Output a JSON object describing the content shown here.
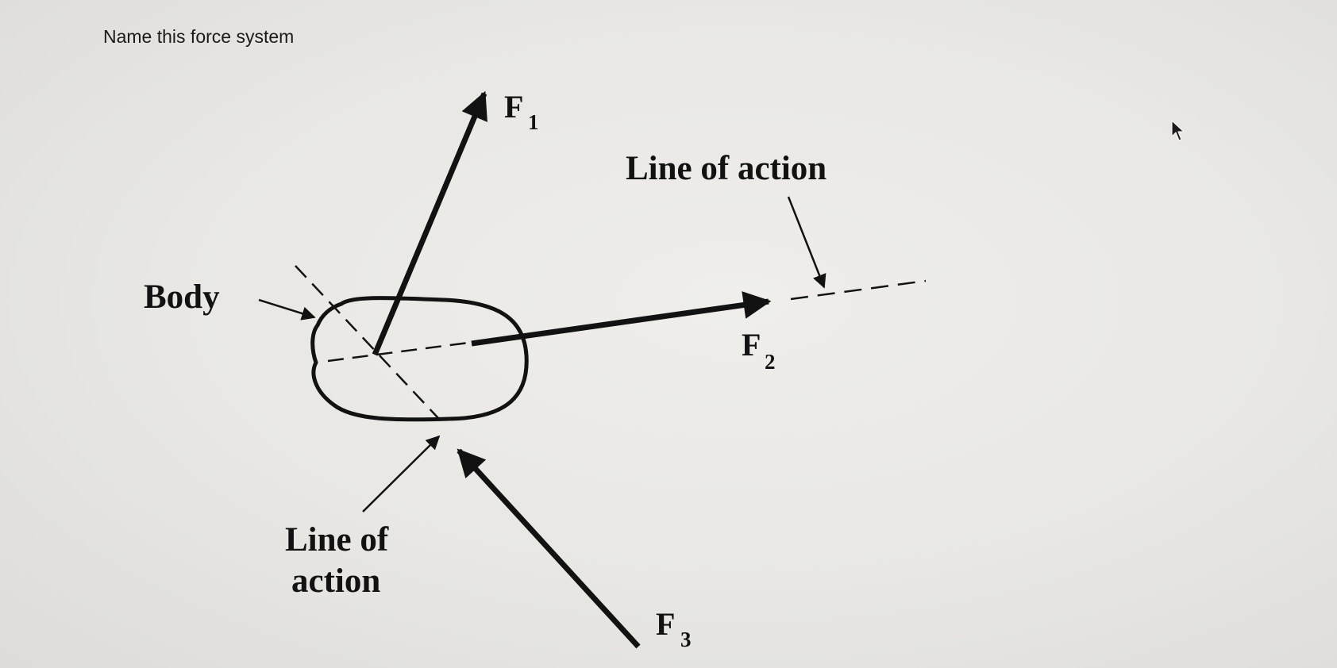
{
  "question": "Name this force system",
  "diagram": {
    "forces": [
      {
        "letter": "F",
        "subscript": "1"
      },
      {
        "letter": "F",
        "subscript": "2"
      },
      {
        "letter": "F",
        "subscript": "3"
      }
    ],
    "labels": {
      "body": "Body",
      "line_of_action_top": "Line of action",
      "line_of_action_bottom_line1": "Line of",
      "line_of_action_bottom_line2": "action"
    }
  },
  "icons": {
    "cursor": "mouse-pointer-icon"
  },
  "colors": {
    "background": "#e9e8e4",
    "ink": "#121212"
  }
}
